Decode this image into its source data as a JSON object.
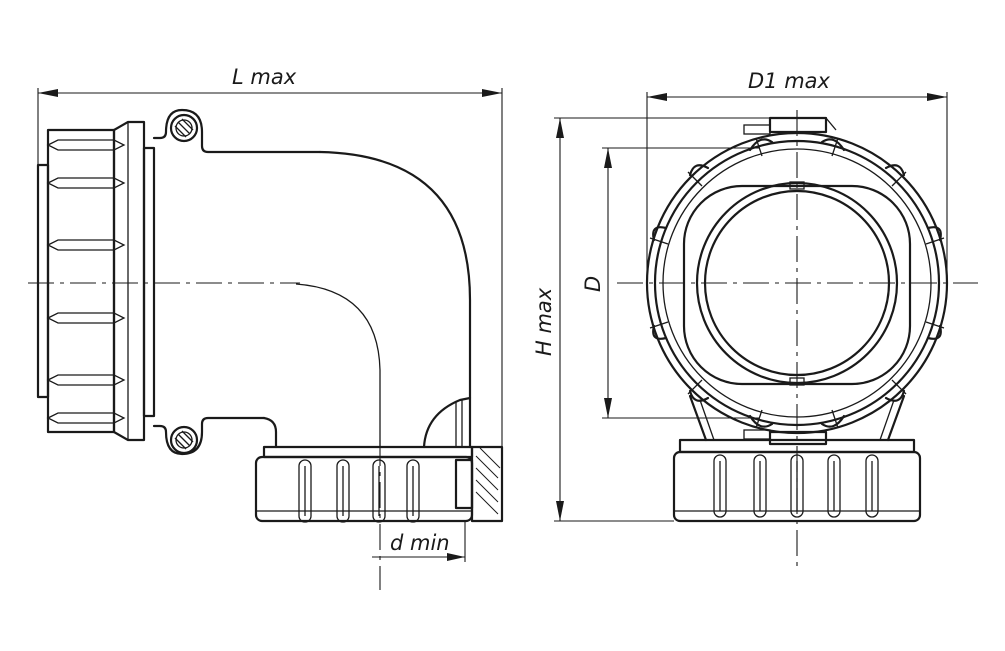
{
  "labels": {
    "l_max": "L max",
    "d1_max": "D1 max",
    "h_max": "H max",
    "d": "D",
    "d_min": "d min"
  },
  "colors": {
    "line": "#1a1a1a",
    "background": "#ffffff"
  }
}
